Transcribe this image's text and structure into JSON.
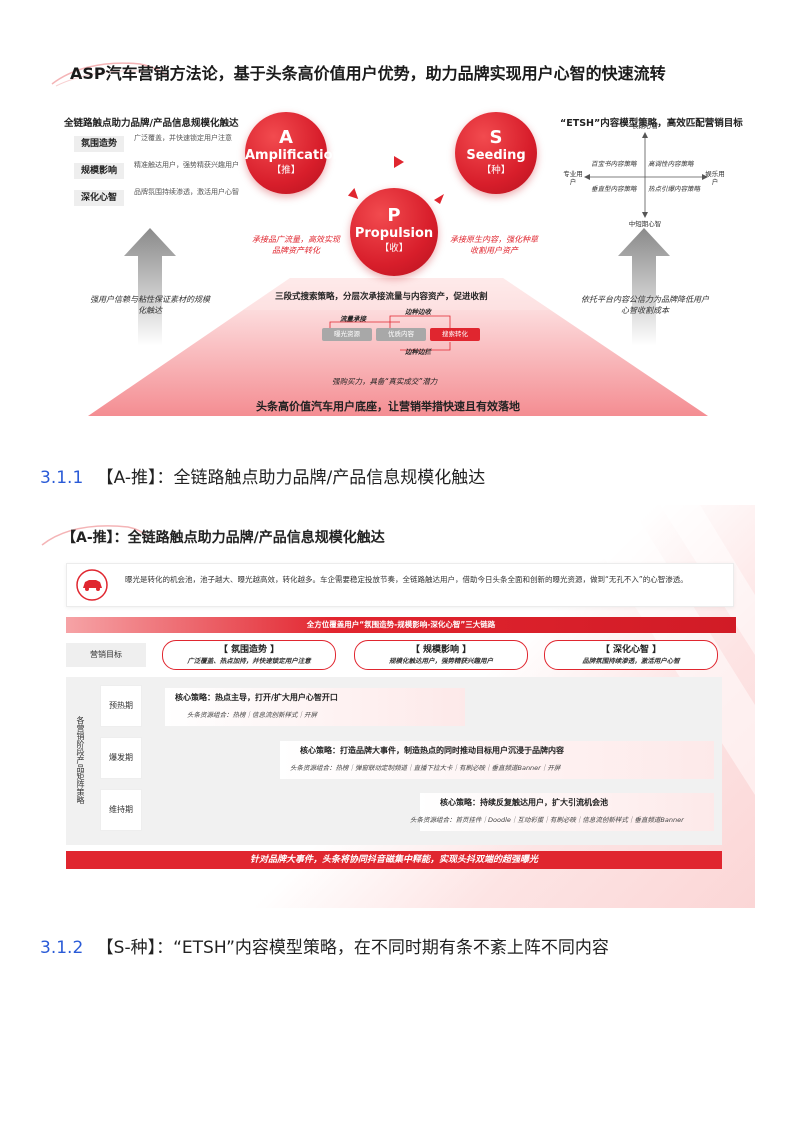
{
  "fig1": {
    "title": "ASP汽车营销方法论，基于头条高价值用户优势，助力品牌实现用户心智的快速流转",
    "left_header": "全链路触点助力品牌/产品信息规模化触达",
    "left_rows": [
      {
        "label": "氛围造势",
        "desc": "广泛覆盖，并快速锁定用户注意"
      },
      {
        "label": "规模影响",
        "desc": "精准触达用户，强势精获兴趣用户"
      },
      {
        "label": "深化心智",
        "desc": "品牌氛围持续渗透，激活用户心智"
      }
    ],
    "right_header": "“ETSH”内容模型策略，高效匹配营销目标",
    "quadrant": {
      "top": "长期心智",
      "bottom": "中短期心智",
      "left": "专业用户",
      "right": "娱乐用户",
      "q1": "百宝书内容策略",
      "q2": "高调性内容策略",
      "q3": "垂直型内容策略",
      "q4": "热点引爆内容策略"
    },
    "circle_a": {
      "letter": "A",
      "word": "Amplification",
      "cn": "【推】"
    },
    "circle_s": {
      "letter": "S",
      "word": "Seeding",
      "cn": "【种】"
    },
    "circle_p": {
      "letter": "P",
      "word": "Propulsion",
      "cn": "【收】"
    },
    "a_note": "承接品广流量，高效实现品牌资产转化",
    "s_note": "承接原生内容，强化种草收割用户资产",
    "left_arrow_text": "强用户信赖与粘性保证素材的规模化触达",
    "right_arrow_text": "依托平台内容公信力为品牌降低用户心智收割成本",
    "search_title": "三段式搜索策略，分层次承接流量与内容资产，促进收割",
    "search_pills": [
      "曝光资源",
      "优质内容",
      "搜索转化"
    ],
    "search_labels": [
      "流量承接",
      "边种边收",
      "边种边拦"
    ],
    "buy_note": "强购买力，具备“真实成交”潜力",
    "bottom_text": "头条高价值汽车用户底座，让营销举措快速且有效落地",
    "colors": {
      "accent": "#e0262f",
      "gray": "#9a9a9a"
    }
  },
  "heading1": {
    "num": "3.1.1",
    "text": "【A-推】：全链路触点助力品牌/产品信息规模化触达"
  },
  "fig2": {
    "title": "【A-推】：全链路触点助力品牌/产品信息规模化触达",
    "intro": "曝光是转化的机会池，池子越大、曝光越高效，转化越多。车企需要稳定投放节奏，全链路触达用户，借助今日头条全面和创新的曝光资源，做到“无孔不入”的心智渗透。",
    "banner": "全方位覆盖用户“氛围造势-规模影响-深化心智”三大链路",
    "goal_label": "营销目标",
    "goals": [
      {
        "title": "【 氛围造势 】",
        "sub": "广泛覆盖、热点加持，并快速锁定用户注意"
      },
      {
        "title": "【 规模影响 】",
        "sub": "规模化触达用户，强势精获兴趣用户"
      },
      {
        "title": "【 深化心智 】",
        "sub": "品牌氛围持续渗透，激活用户心智"
      }
    ],
    "side_label": "各营销阶段产品矩阵策略",
    "phases": [
      "预热期",
      "爆发期",
      "维持期"
    ],
    "strategies": [
      {
        "title": "核心策略：热点主导，打开/扩大用户心智开口",
        "sub": "头条资源组合：热榜｜信息流创新样式｜开屏"
      },
      {
        "title": "核心策略：打造品牌大事件，制造热点的同时推动目标用户沉浸于品牌内容",
        "sub": "头条资源组合：热榜｜弹窗联动定制频道｜直播下拉大卡｜有刷必映｜垂直频道Banner｜开屏"
      },
      {
        "title": "核心策略：持续反复触达用户，扩大引流机会池",
        "sub": "头条资源组合：首页挂件｜Doodle｜互动彩蛋｜有刷必映｜信息流创新样式｜垂直频道Banner"
      }
    ],
    "bottom": "针对品牌大事件，头条将协同抖音磁集中释能，实现头抖双端的超强曝光"
  },
  "heading2": {
    "num": "3.1.2",
    "text": "【S-种】：“ETSH”内容模型策略，在不同时期有条不紊上阵不同内容"
  }
}
